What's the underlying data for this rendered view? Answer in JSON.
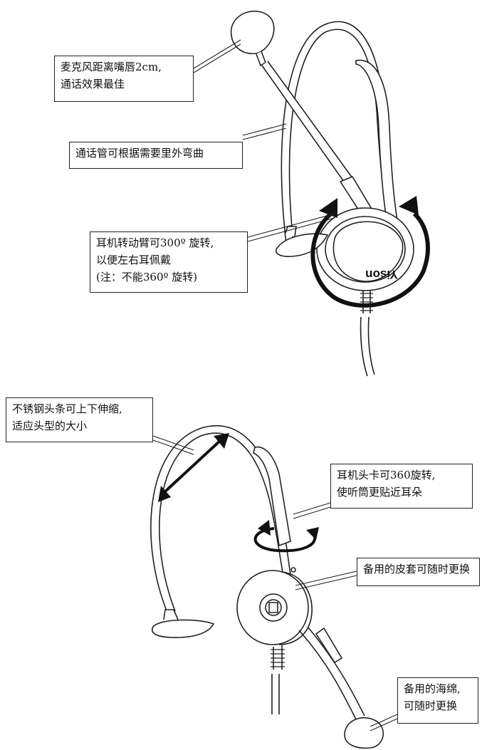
{
  "callouts": {
    "mic_distance": {
      "line1": "麦克风距离嘴唇2cm,",
      "line2": "通话效果最佳"
    },
    "boom_bend": {
      "line1": "通话管可根据需要里外弯曲"
    },
    "rotate_arm": {
      "line1": "耳机转动臂可300º 旋转,",
      "line2": "以便左右耳佩戴",
      "line3": "(注：不能360º 旋转)"
    },
    "headband": {
      "line1": "不锈钢头条可上下伸缩,",
      "line2": "适应头型的大小"
    },
    "clip_rotate": {
      "line1": "耳机头卡可360旋转,",
      "line2": "使听筒更贴近耳朵"
    },
    "leather_cover": {
      "line1": "备用的皮套可随时更换"
    },
    "sponge": {
      "line1": "备用的海绵,",
      "line2": "可随时更换"
    }
  },
  "brand": {
    "logo_text": "Yison"
  },
  "colors": {
    "line": "#222222",
    "arrow": "#111111",
    "background": "#ffffff"
  }
}
